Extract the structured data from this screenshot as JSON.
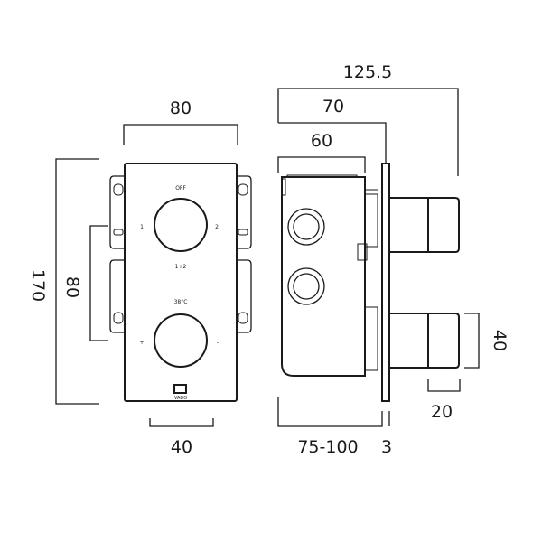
{
  "dimensions": {
    "front_width": "80",
    "front_height": "170",
    "valve_spacing": "80",
    "valve_width": "40",
    "total_depth": "125.5",
    "depth_to_plate": "70",
    "body_depth": "60",
    "handle_diameter": "40",
    "handle_length": "20",
    "wall_depth_range": "75-100",
    "plate_thickness": "3"
  },
  "faceplate": {
    "top_label": "OFF",
    "left_label": "1",
    "right_label": "2",
    "bottom_label": "1+2",
    "temp_label": "38°C",
    "plus_label": "+",
    "minus_label": "-",
    "logo_text": "VADO"
  }
}
